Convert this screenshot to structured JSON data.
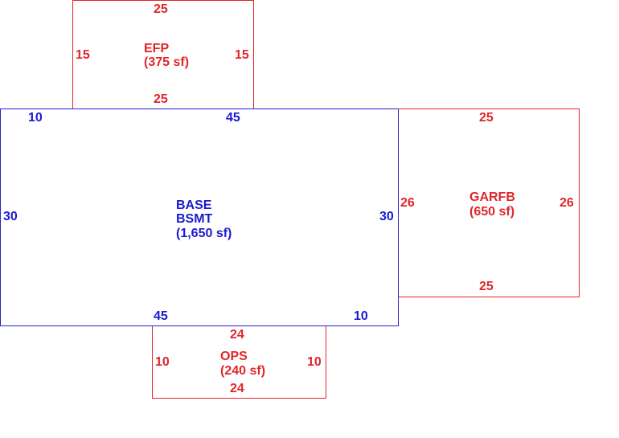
{
  "colors": {
    "red": "#e0262a",
    "blue": "#1a1ad0"
  },
  "areas": {
    "efp": {
      "name": "EFP",
      "area": "(375 sf)",
      "top": "25",
      "bottom": "25",
      "left": "15",
      "right": "15"
    },
    "base": {
      "name_line1": "BASE",
      "name_line2": "BSMT",
      "area": "(1,650 sf)",
      "top_left": "10",
      "top": "45",
      "left": "30",
      "right": "30",
      "bottom": "45",
      "bottom_right": "10"
    },
    "garfb": {
      "name": "GARFB",
      "area": "(650 sf)",
      "top": "25",
      "bottom": "25",
      "left": "26",
      "right": "26"
    },
    "ops": {
      "name": "OPS",
      "area": "(240 sf)",
      "top": "24",
      "bottom": "24",
      "left": "10",
      "right": "10"
    }
  }
}
